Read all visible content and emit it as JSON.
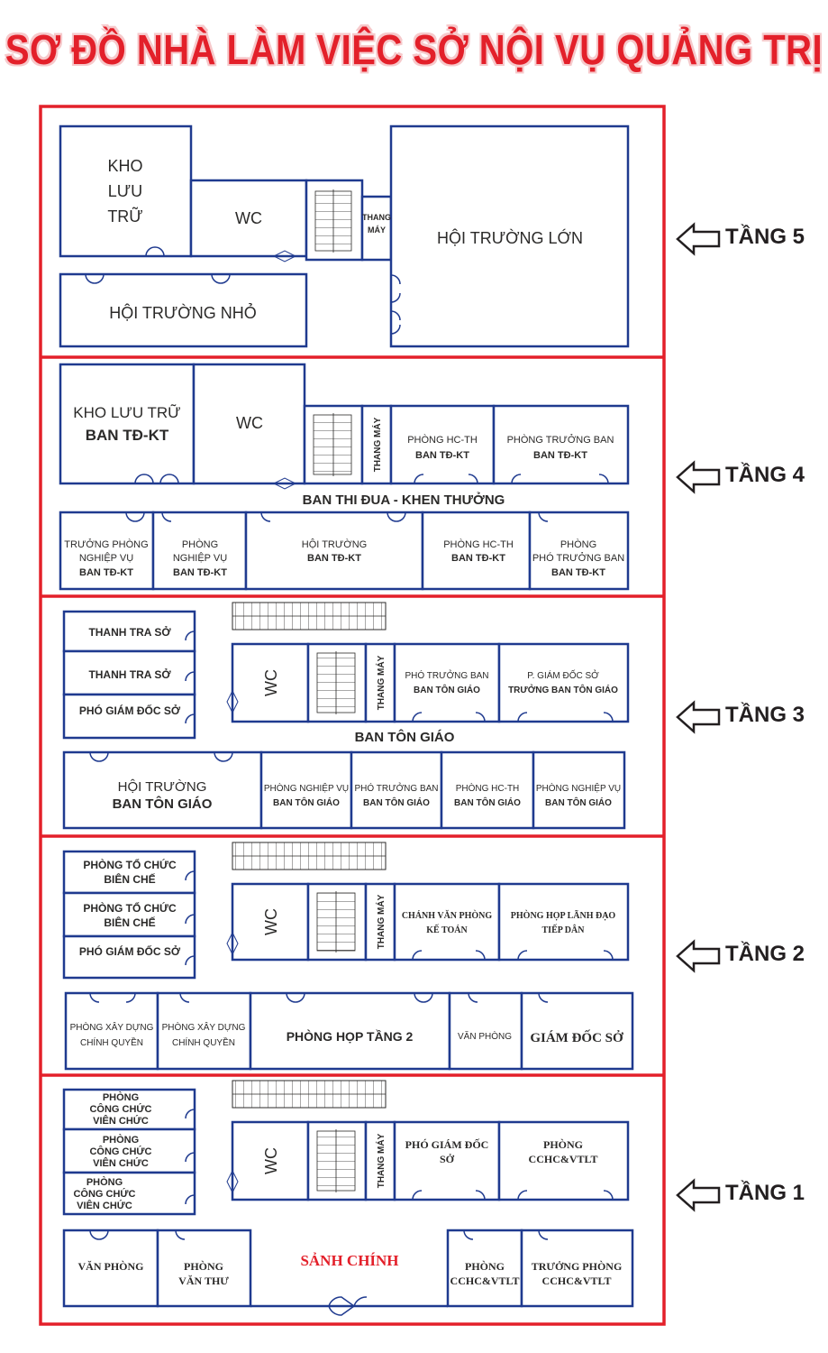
{
  "title": "SƠ ĐỒ NHÀ LÀM VIỆC SỞ NỘI VỤ QUẢNG TRỊ",
  "colors": {
    "frame": "#e3202a",
    "walls": "#1f3a8f",
    "text": "#2b2a29"
  },
  "floor5": {
    "label": "TẦNG 5",
    "kho_luu_tru": [
      "KHO",
      "LƯU",
      "TRỮ"
    ],
    "wc": "WC",
    "thang_may": [
      "THANG",
      "MÁY"
    ],
    "hoi_truong_lon": "HỘI TRƯỜNG LỚN",
    "hoi_truong_nho": "HỘI TRƯỜNG NHỎ"
  },
  "floor4": {
    "label": "TẦNG 4",
    "kho_l1": "KHO LƯU TRỮ",
    "kho_l2": "BAN TĐ-KT",
    "wc": "WC",
    "thang_may": "THANG MÁY",
    "hc_th_l1": "PHÒNG HC-TH",
    "hc_th_l2": "BAN TĐ-KT",
    "truong_ban_l1": "PHÒNG TRƯỞNG BAN",
    "truong_ban_l2": "BAN TĐ-KT",
    "section": "BAN THI ĐUA - KHEN THƯỞNG",
    "r1_l1": "TRƯỞNG PHÒNG",
    "r1_l2": "NGHIỆP VỤ",
    "r1_l3": "BAN TĐ-KT",
    "r2_l1": "PHÒNG",
    "r2_l2": "NGHIỆP VỤ",
    "r2_l3": "BAN TĐ-KT",
    "r3_l1": "HỘI TRƯỜNG",
    "r3_l2": "BAN TĐ-KT",
    "r4_l1": "PHÒNG HC-TH",
    "r4_l2": "BAN TĐ-KT",
    "r5_l1": "PHÒNG",
    "r5_l2": "PHÓ TRƯỞNG BAN",
    "r5_l3": "BAN TĐ-KT"
  },
  "floor3": {
    "label": "TẦNG 3",
    "thanh_tra_1": "THANH TRA SỞ",
    "thanh_tra_2": "THANH TRA SỞ",
    "pho_gd": "PHÓ GIÁM ĐỐC SỞ",
    "wc": "WC",
    "thang_may": "THANG MÁY",
    "pho_truong_ban_l1": "PHÓ TRƯỞNG BAN",
    "pho_truong_ban_l2": "BAN TÔN GIÁO",
    "pgd_l1": "P. GIÁM ĐỐC SỞ",
    "pgd_l2": "TRƯỞNG BAN TÔN GIÁO",
    "section": "BAN TÔN GIÁO",
    "hoi_truong_l1": "HỘI TRƯỜNG",
    "hoi_truong_l2": "BAN TÔN GIÁO",
    "r1_l1": "PHÒNG NGHIỆP VỤ",
    "r1_l2": "BAN TÔN GIÁO",
    "r2_l1": "PHÓ TRƯỞNG BAN",
    "r2_l2": "BAN TÔN GIÁO",
    "r3_l1": "PHÒNG HC-TH",
    "r3_l2": "BAN TÔN GIÁO",
    "r4_l1": "PHÒNG NGHIỆP VỤ",
    "r4_l2": "BAN TÔN GIÁO"
  },
  "floor2": {
    "label": "TẦNG 2",
    "tcbc1_l1": "PHÒNG TỔ CHỨC",
    "tcbc1_l2": "BIÊN CHẾ",
    "tcbc2_l1": "PHÒNG TỔ CHỨC",
    "tcbc2_l2": "BIÊN CHẾ",
    "pho_gd": "PHÓ GIÁM ĐỐC SỞ",
    "wc": "WC",
    "thang_may": "THANG MÁY",
    "cvp_l1": "CHÁNH VĂN PHÒNG",
    "cvp_l2": "KẾ TOÁN",
    "hop_ld_l1": "PHÒNG HỌP LÃNH ĐẠO",
    "hop_ld_l2": "TIẾP DÂN",
    "xdcq1_l1": "PHÒNG XÂY DỰNG",
    "xdcq1_l2": "CHÍNH QUYỀN",
    "xdcq2_l1": "PHÒNG XÂY DỰNG",
    "xdcq2_l2": "CHÍNH QUYỀN",
    "phong_hop": "PHÒNG HỌP TẦNG 2",
    "van_phong": "VĂN PHÒNG",
    "giam_doc": "GIÁM ĐỐC SỞ"
  },
  "floor1": {
    "label": "TẦNG 1",
    "ccvc1_l1": "PHÒNG",
    "ccvc1_l2": "CÔNG CHỨC",
    "ccvc1_l3": "VIÊN CHỨC",
    "ccvc2_l1": "PHÒNG",
    "ccvc2_l2": "CÔNG CHỨC",
    "ccvc2_l3": "VIÊN CHỨC",
    "ccvc3_l1": "PHÒNG",
    "ccvc3_l2": "CÔNG CHỨC",
    "ccvc3_l3": "VIÊN CHỨC",
    "wc": "WC",
    "thang_may": "THANG MÁY",
    "pgd_l1": "PHÓ GIÁM ĐỐC",
    "pgd_l2": "SỞ",
    "cchc_l1": "PHÒNG",
    "cchc_l2": "CCHC&VTLT",
    "van_phong": "VĂN PHÒNG",
    "van_thu_l1": "PHÒNG",
    "van_thu_l2": "VĂN THƯ",
    "sanh_chinh": "SẢNH CHÍNH",
    "cchc2_l1": "PHÒNG",
    "cchc2_l2": "CCHC&VTLT",
    "truong_phong_l1": "TRƯỞNG PHÒNG",
    "truong_phong_l2": "CCHC&VTLT"
  }
}
